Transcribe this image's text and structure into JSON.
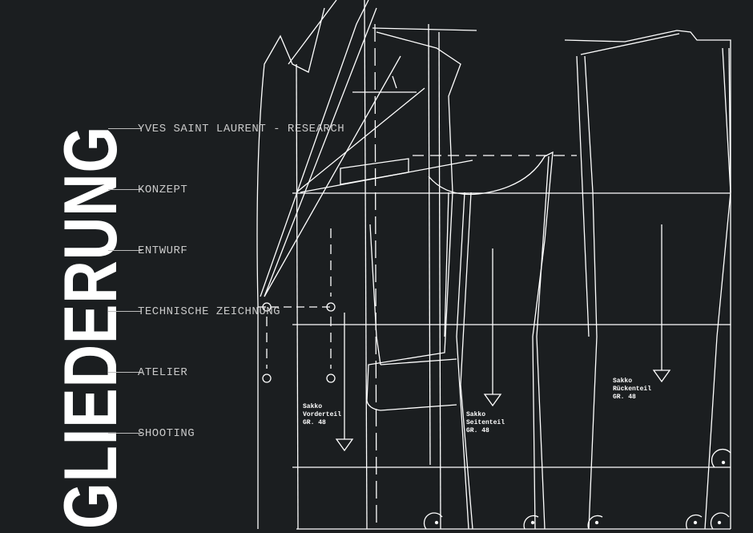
{
  "title": "GLIEDERUNG",
  "menu": [
    {
      "label": "YVES SAINT LAURENT - RESEARCH"
    },
    {
      "label": "KONZEPT"
    },
    {
      "label": "ENTWURF"
    },
    {
      "label": "TECHNISCHE ZEICHNUNG"
    },
    {
      "label": "ATELIER"
    },
    {
      "label": "SHOOTING"
    }
  ],
  "pattern_labels": [
    {
      "name": "Sakko",
      "part": "Vorderteil",
      "size": "GR. 48"
    },
    {
      "name": "Sakko",
      "part": "Seitenteil",
      "size": "GR. 48"
    },
    {
      "name": "Sakko",
      "part": "Rückenteil",
      "size": "GR. 48"
    }
  ],
  "colors": {
    "background": "#1b1e20",
    "lines": "#ffffff",
    "text": "#c8c8c8"
  }
}
